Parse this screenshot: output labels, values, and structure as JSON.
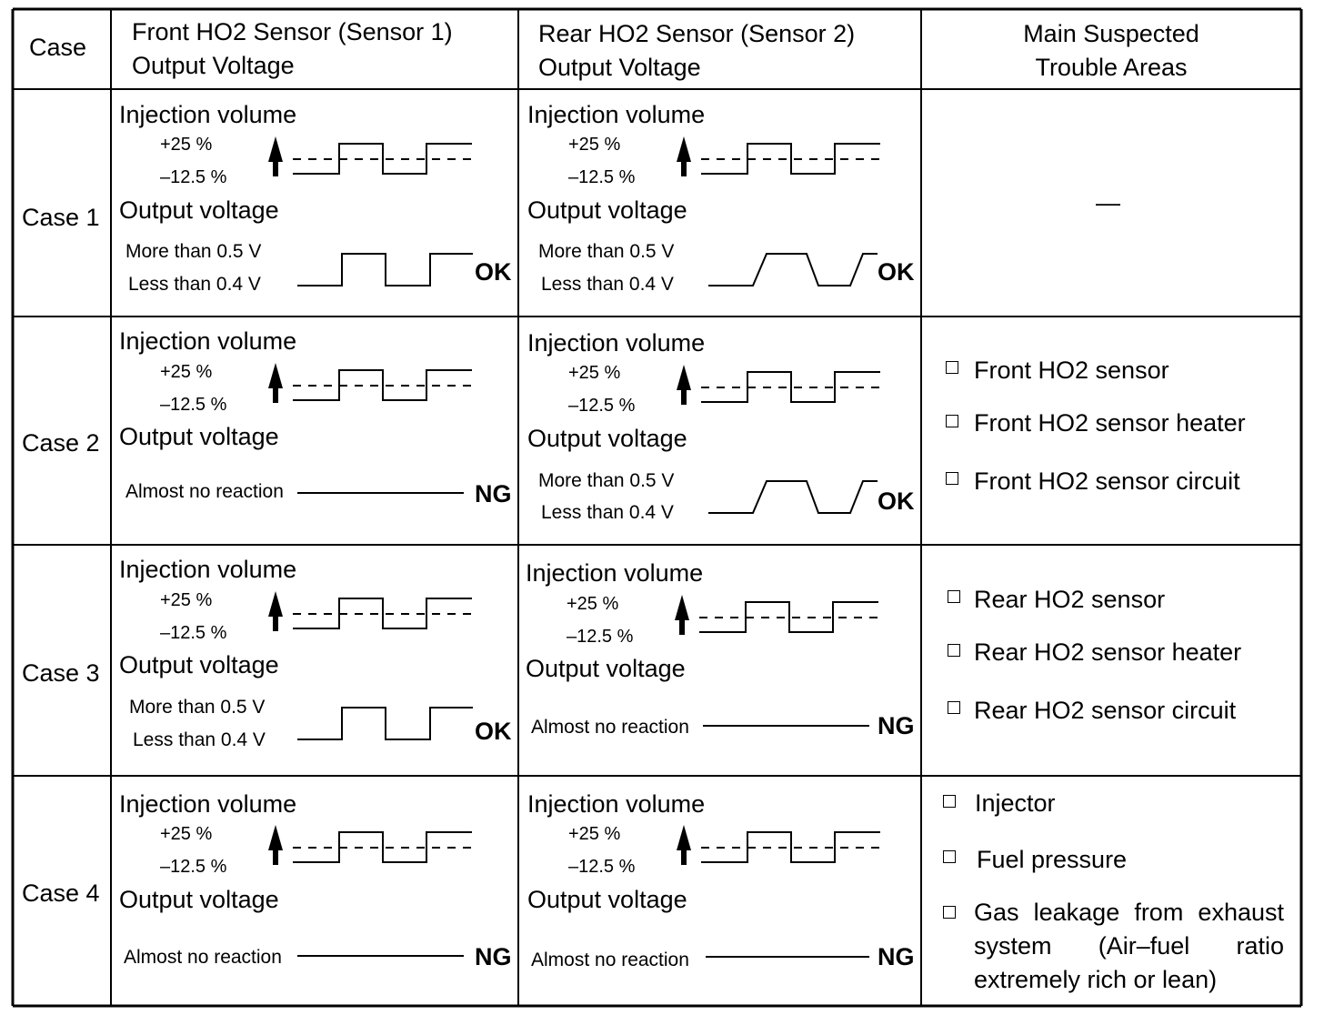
{
  "header": {
    "case": "Case",
    "front": [
      "Front HO2 Sensor (Sensor 1)",
      "Output Voltage"
    ],
    "rear": [
      "Rear HO2 Sensor (Sensor 2)",
      "Output Voltage"
    ],
    "areas": [
      "Main Suspected",
      "Trouble Areas"
    ]
  },
  "common": {
    "injection_volume": "Injection volume",
    "plus": "+25 %",
    "minus": "–12.5 %",
    "output_voltage": "Output voltage",
    "more_than": "More than 0.5 V",
    "less_than": "Less than 0.4 V",
    "almost_no_reaction": "Almost no reaction"
  },
  "cases": [
    {
      "label": "Case 1",
      "front": {
        "response": "switching",
        "verdict": "OK"
      },
      "rear": {
        "response": "sloped switching",
        "verdict": "OK"
      },
      "areas": {
        "dash": "—",
        "items": []
      }
    },
    {
      "label": "Case 2",
      "front": {
        "response": "flat",
        "verdict": "NG"
      },
      "rear": {
        "response": "sloped switching",
        "verdict": "OK"
      },
      "areas": {
        "items": [
          "Front HO2 sensor",
          "Front HO2 sensor heater",
          "Front HO2 sensor circuit"
        ]
      }
    },
    {
      "label": "Case 3",
      "front": {
        "response": "switching",
        "verdict": "OK"
      },
      "rear": {
        "response": "flat",
        "verdict": "NG"
      },
      "areas": {
        "items": [
          "Rear HO2 sensor",
          "Rear HO2 sensor heater",
          "Rear HO2 sensor circuit"
        ]
      }
    },
    {
      "label": "Case 4",
      "front": {
        "response": "flat",
        "verdict": "NG"
      },
      "rear": {
        "response": "flat",
        "verdict": "NG"
      },
      "areas": {
        "items": [
          "Injector",
          "Fuel pressure",
          "Gas leakage from exhaust system (Air–fuel ratio extremely rich or lean)"
        ]
      }
    }
  ]
}
